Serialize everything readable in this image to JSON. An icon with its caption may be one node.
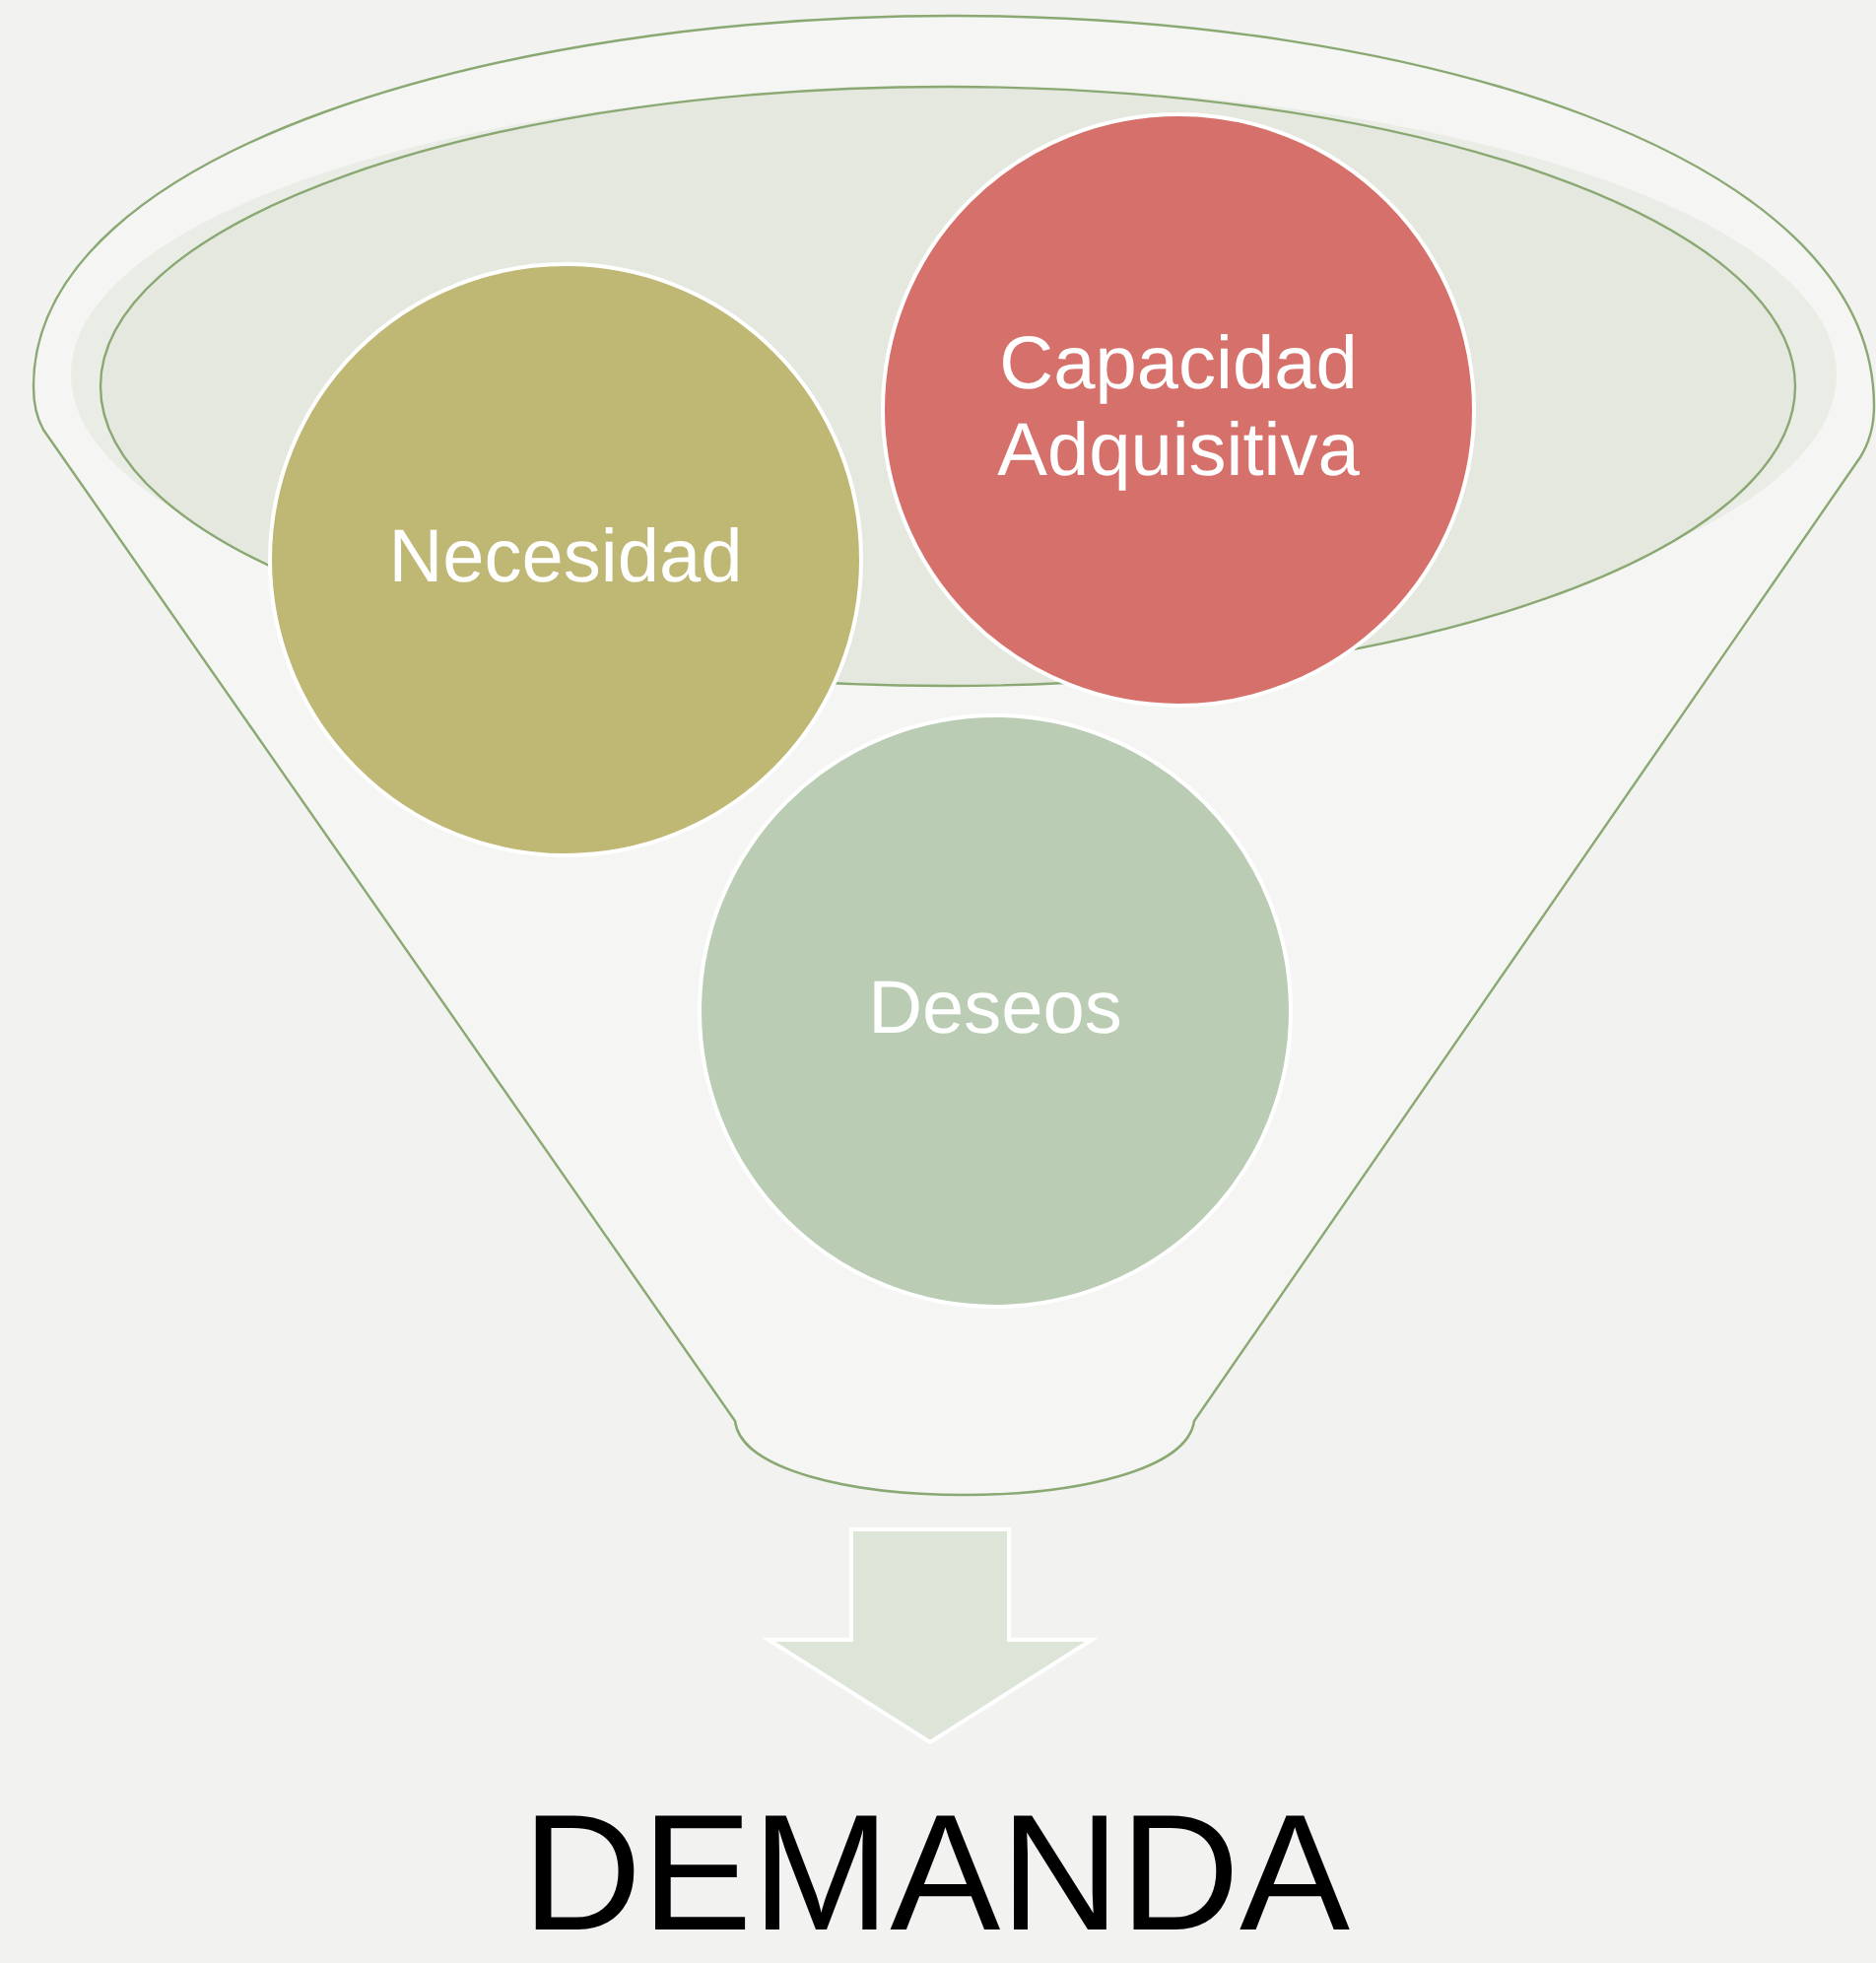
{
  "diagram": {
    "nodes": [
      {
        "text": [],
        "shape": "funnel"
      },
      {
        "text": [
          "Necesidad"
        ],
        "in": 0
      },
      {
        "text": [
          "Capacidad Adquisitiva"
        ],
        "in": 0
      },
      {
        "text": [
          "Deseos"
        ],
        "in": 0
      },
      {
        "text": [
          "DEMANDA"
        ]
      }
    ],
    "edges": [
      {
        "from": 0,
        "to": 4,
        "arrow": "to"
      }
    ]
  }
}
